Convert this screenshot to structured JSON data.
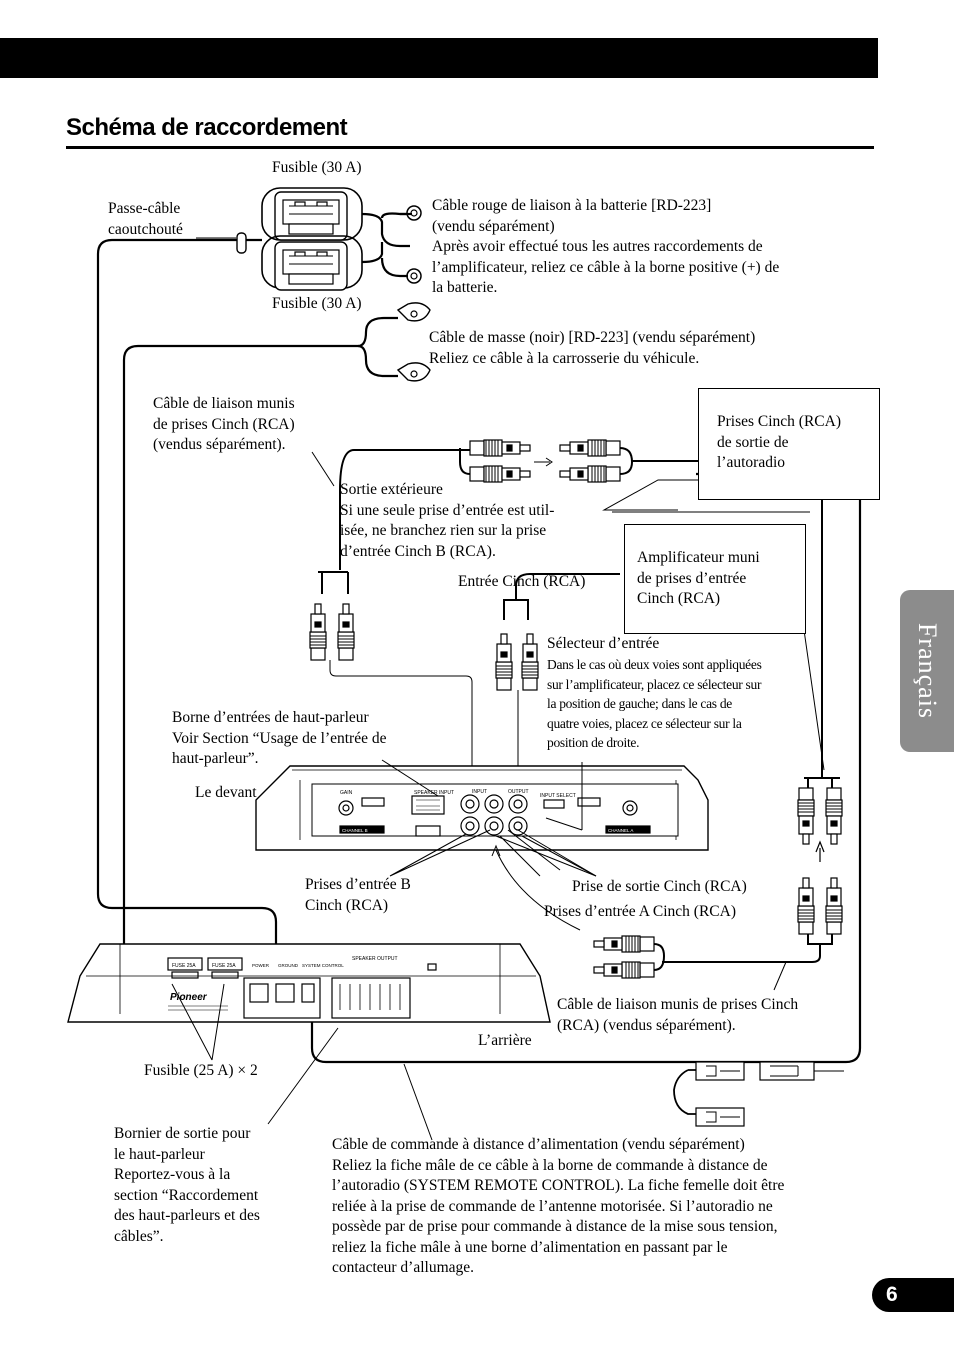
{
  "page": {
    "title": "Schéma de raccordement",
    "language_tab": "Français",
    "page_number": "6"
  },
  "labels": {
    "fuse_top": "Fusible (30 A)",
    "fuse_bottom": "Fusible (30 A)",
    "grommet": [
      "Passe-câble",
      "caoutchouté"
    ],
    "red_cable": [
      "Câble rouge de liaison à la batterie [RD-223]",
      "(vendu séparément)",
      "Après avoir effectué tous les autres raccordements de",
      "l’amplificateur, reliez ce câble à la borne positive (+) de",
      "la batterie."
    ],
    "ground_cable": [
      "Câble de masse (noir) [RD-223] (vendu séparément)",
      "Reliez ce câble à la carrosserie du véhicule."
    ],
    "rca_cables_top": [
      "Câble de liaison munis",
      "de prises Cinch (RCA)",
      "(vendus séparément)."
    ],
    "radio_output": [
      "Prises Cinch (RCA)",
      "de sortie de",
      "l’autoradio"
    ],
    "external_output": [
      "Sortie extérieure",
      "Si une seule prise d’entrée est util-",
      "isée, ne branchez rien sur la prise",
      "d’entrée Cinch B (RCA)."
    ],
    "rca_input": "Entrée Cinch (RCA)",
    "amp_with_inputs": [
      "Amplificateur muni",
      "de prises d’entrée",
      "Cinch (RCA)"
    ],
    "input_selector_title": "Sélecteur d’entrée",
    "input_selector_text": [
      "Dans le cas où deux voies sont appliquées",
      "sur l’amplificateur, placez ce sélecteur sur",
      "la position de gauche; dans le cas de",
      "quatre voies, placez ce sélecteur sur la",
      "position de droite."
    ],
    "speaker_input": [
      "Borne d’entrées de haut-parleur",
      "Voir Section “Usage de l’entrée de",
      "haut-parleur”."
    ],
    "front": "Le devant",
    "input_b": [
      "Prises d’entrée B",
      "Cinch (RCA)"
    ],
    "rca_output": "Prise de sortie Cinch (RCA)",
    "input_a": "Prises d’entrée A Cinch (RCA)",
    "rca_cables_bottom": [
      "Câble de liaison munis de prises Cinch",
      "(RCA) (vendus séparément)."
    ],
    "rear": "L’arrière",
    "fuse_25": "Fusible (25 A) × 2",
    "speaker_terminal": [
      "Bornier de sortie pour",
      "le haut-parleur",
      "Reportez-vous à la",
      "section “Raccordement",
      "des haut-parleurs et des",
      "câbles”."
    ],
    "remote_cable": [
      "Câble de commande à distance d’alimentation (vendu séparément)",
      "Reliez la fiche mâle de ce câble à la borne de commande à distance de",
      "l’autoradio (SYSTEM REMOTE CONTROL). La fiche femelle doit être",
      "reliée à la prise de commande de l’antenne motorisée. Si l’autoradio ne",
      "possède par de prise pour commande à distance de la mise sous tension,",
      "reliez la fiche mâle à une borne d’alimentation en passant par le",
      "contacteur d’allumage."
    ]
  },
  "panel_text": {
    "front_channel_b": "CHANNEL B",
    "front_channel_a": "CHANNEL A",
    "front_gain": "GAIN",
    "front_speaker_input": "SPEAKER INPUT",
    "front_input": "INPUT",
    "front_output": "OUTPUT",
    "front_input_select": "INPUT SELECT",
    "rear_fuse_1": "FUSE 25A",
    "rear_fuse_2": "FUSE 25A",
    "rear_power": "POWER",
    "rear_ground": "GROUND",
    "rear_system_control": "SYSTEM CONTROL",
    "rear_speaker_output": "SPEAKER OUTPUT",
    "rear_brand": "Pioneer"
  }
}
